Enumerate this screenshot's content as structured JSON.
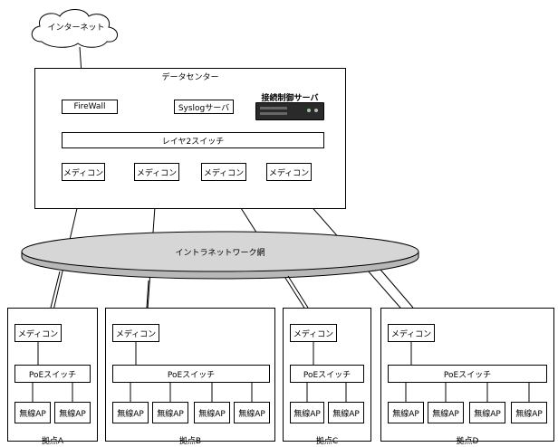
{
  "internet": {
    "label": "インターネット"
  },
  "datacenter": {
    "title": "データセンター",
    "firewall": "FireWall",
    "syslog": "Syslogサーバ",
    "auth_server": "接続制御サーバ",
    "l2switch": "レイヤ2スイッチ",
    "mediacon": [
      "メディコン",
      "メディコン",
      "メディコン",
      "メディコン"
    ]
  },
  "intranet": {
    "label": "イントラネットワーク網"
  },
  "sites": [
    {
      "name": "拠点A",
      "mediacon": "メディコン",
      "poe": "PoEスイッチ",
      "aps": [
        "無線AP",
        "無線AP"
      ]
    },
    {
      "name": "拠点B",
      "mediacon": "メディコン",
      "poe": "PoEスイッチ",
      "aps": [
        "無線AP",
        "無線AP",
        "無線AP",
        "無線AP"
      ]
    },
    {
      "name": "拠点C",
      "mediacon": "メディコン",
      "poe": "PoEスイッチ",
      "aps": [
        "無線AP",
        "無線AP"
      ]
    },
    {
      "name": "拠点D",
      "mediacon": "メディコン",
      "poe": "PoEスイッチ",
      "aps": [
        "無線AP",
        "無線AP",
        "無線AP",
        "無線AP"
      ]
    }
  ]
}
